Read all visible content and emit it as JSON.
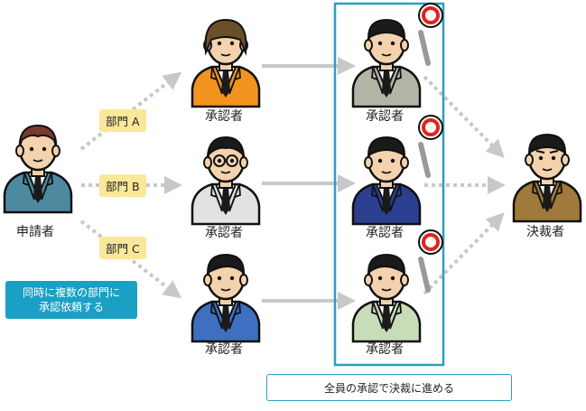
{
  "applicant": {
    "label": "申請者"
  },
  "approvers": [
    {
      "label": "承認者"
    },
    {
      "label": "承認者"
    },
    {
      "label": "承認者"
    },
    {
      "label": "承認者"
    },
    {
      "label": "承認者"
    },
    {
      "label": "承認者"
    }
  ],
  "decider": {
    "label": "決裁者"
  },
  "departments": [
    "部門 A",
    "部門 B",
    "部門 C"
  ],
  "note": {
    "line1": "同時に複数の部門に",
    "line2": "承認依頼する"
  },
  "footer": {
    "text": "全員の承認で決裁に進める"
  },
  "colors": {
    "highlight_frame": "#2c9fbf",
    "note_bg": "#1aa0c4",
    "tag_bg": "#fbe79a",
    "arrow": "#c8c8c8",
    "approval_mark": "#e2231a"
  },
  "icons": [
    "approval-stamp-icon"
  ]
}
